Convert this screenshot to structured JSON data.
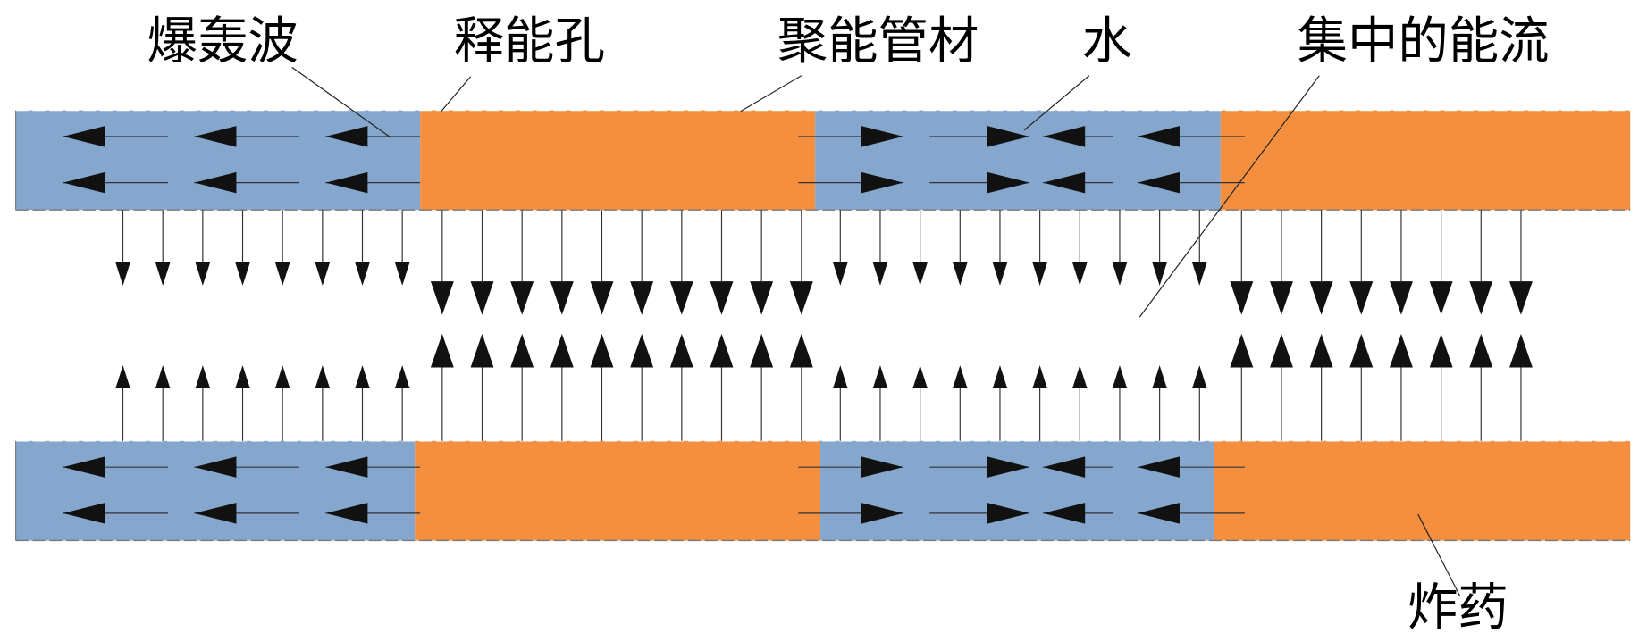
{
  "labels": {
    "detonation_wave": "爆轰波",
    "energy_release_hole": "释能孔",
    "energy_gathering_tube": "聚能管材",
    "water": "水",
    "concentrated_energy_flow": "集中的能流",
    "explosive": "炸药"
  },
  "colors": {
    "water": "#85a7cd",
    "explosive": "#f38f3f",
    "arrow": "#111111"
  }
}
